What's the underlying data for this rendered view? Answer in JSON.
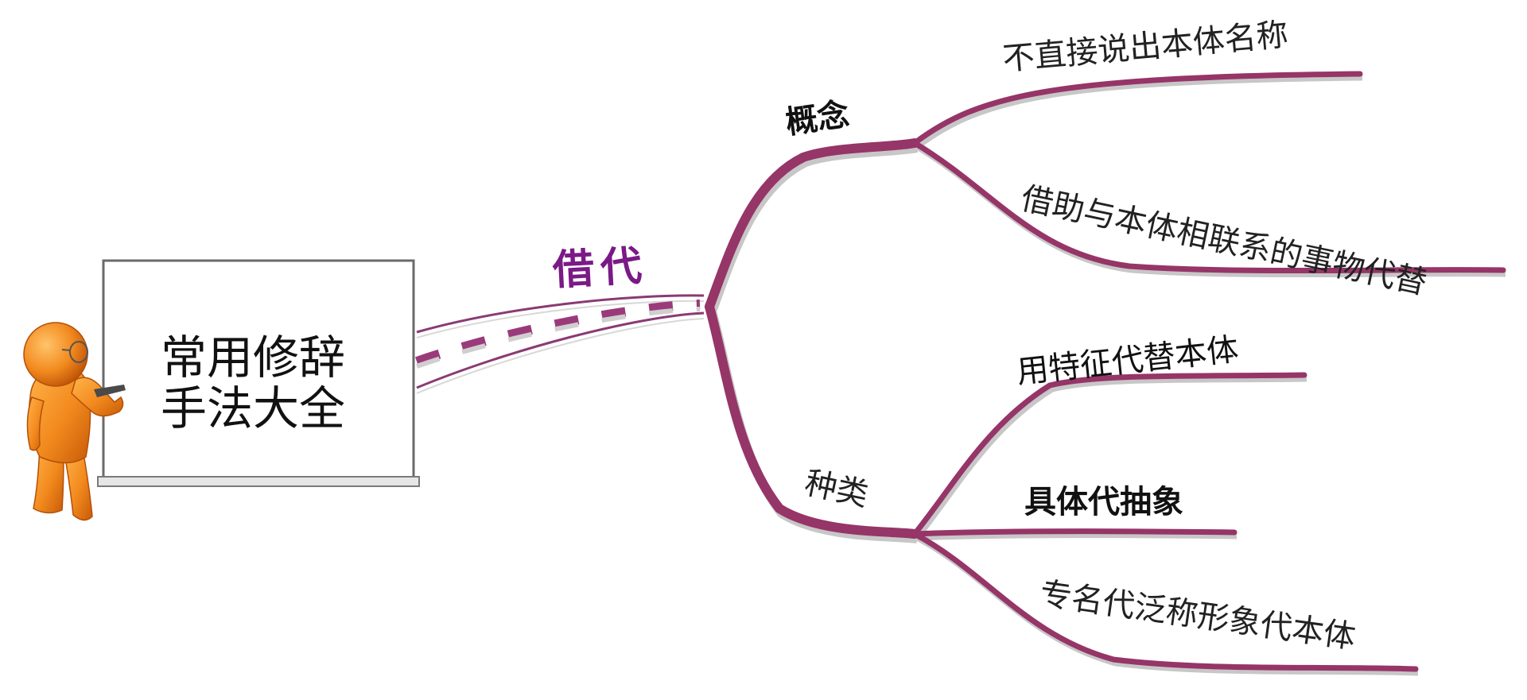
{
  "board": {
    "title_line1": "常用修辞",
    "title_line2": "手法大全"
  },
  "topic": {
    "label": "借代"
  },
  "branches": {
    "concept": {
      "label": "概念",
      "leaves": [
        {
          "text": "不直接说出本体名称"
        },
        {
          "text": "借助与本体相联系的事物代替"
        }
      ]
    },
    "types": {
      "label": "种类",
      "leaves": [
        {
          "text": "用特征代替本体"
        },
        {
          "text": "具体代抽象"
        },
        {
          "text": "专名代泛称形象代本体"
        }
      ]
    }
  },
  "colors": {
    "branch": "#963567",
    "topic_text": "#7a1a86",
    "figure": "#ef7d17"
  }
}
